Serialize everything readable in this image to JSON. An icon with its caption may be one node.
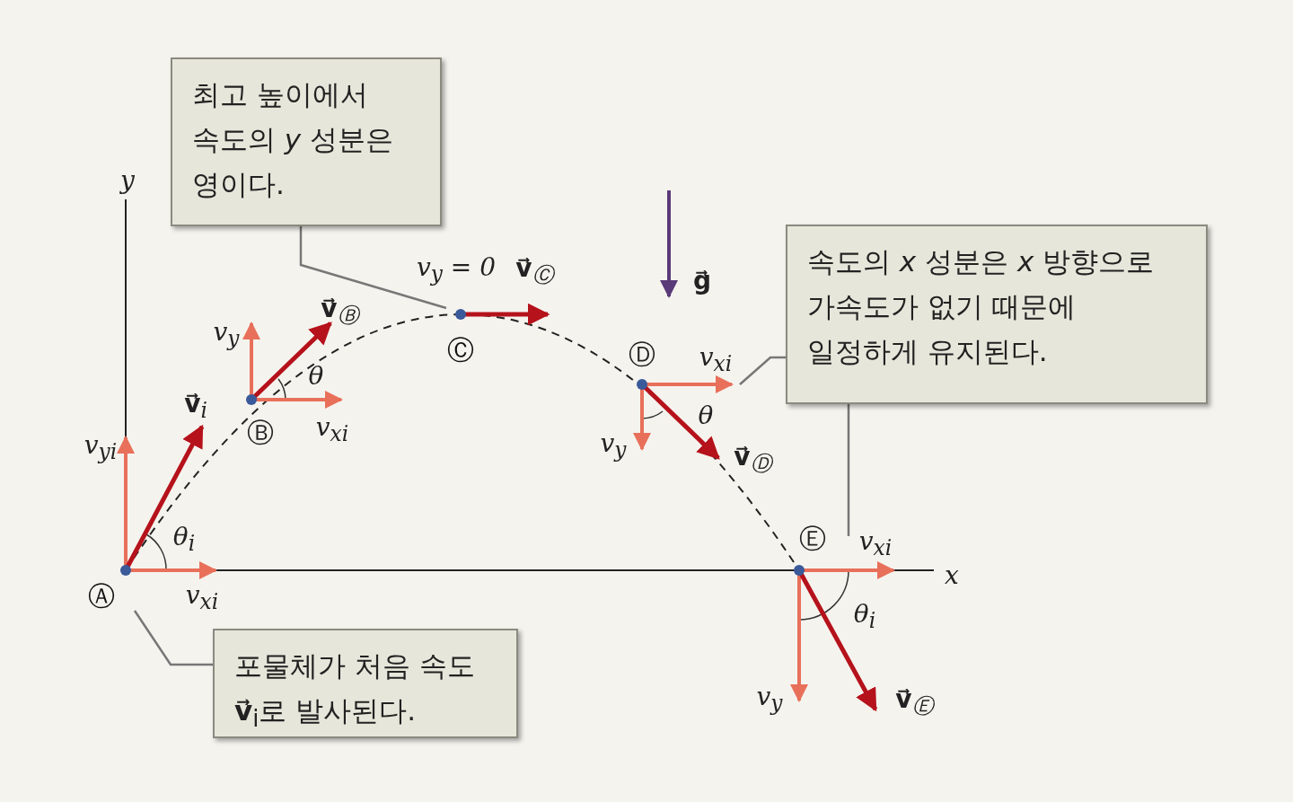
{
  "diagram": {
    "nodes": [
      {
        "text": [
          "최고 높이에서 속도의 *y* 성분은 영이다."
        ]
      },
      {
        "text": [
          "속도의 *x* 성분은 *x* 방향으로 가속도가 없기 때문에 일정하게 유지된다."
        ]
      },
      {
        "text": [
          "포물체가 처음 속도 **v⃗**$_{i}$로 발사된다."
        ]
      },
      {
        "text": [
          "Ⓒ"
        ]
      },
      {
        "text": [
          "Ⓐ"
        ]
      }
    ],
    "edges": [
      {
        "from": 0,
        "to": 3,
        "arrow": "none"
      },
      {
        "from": 1,
        "to": null,
        "arrow": "none"
      },
      {
        "from": 1,
        "to": null,
        "arrow": "none"
      },
      {
        "from": 2,
        "to": 4,
        "arrow": "none"
      }
    ],
    "labels": [
      "y",
      "v$_{y}$ = 0",
      "**v⃗**$_{Ⓒ}$",
      "**g⃗**",
      "v$_{y}$",
      "**v⃗**$_{Ⓑ}$",
      "Ⓓ",
      "v$_{xi}$",
      "θ",
      "**v⃗**$_{i}$",
      "θ",
      "v$_{yi}$",
      "Ⓑ",
      "v$_{xi}$",
      "v$_{y}$",
      "**v⃗**$_{Ⓓ}$",
      "θ$_{i}$",
      "Ⓔ",
      "v$_{xi}$",
      "x",
      "v$_{xi}$",
      "θ$_{i}$",
      "v$_{y}$",
      "**v⃗**$_{Ⓔ}$"
    ]
  }
}
